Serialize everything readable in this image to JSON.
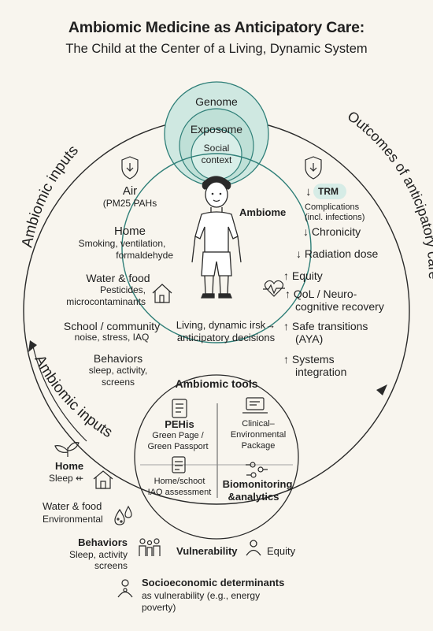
{
  "title": "Ambiomic Medicine as Anticipatory Care:",
  "subtitle": "The Child at the Center of a Living, Dynamic System",
  "circles": {
    "genome": "Genome",
    "exposome": "Exposome",
    "social_1": "Social",
    "social_2": "context",
    "ambiome": "Ambiome"
  },
  "arc_labels": {
    "left_top": "Ambiomic inputs",
    "right_top": "Outcomes of anticipatory care",
    "left_bottom": "Ambiomic inputs"
  },
  "inputs": {
    "air": "Air",
    "air_detail": "(PM25 PAHs",
    "home": "Home",
    "home_detail_1": "Smoking, ventilation,",
    "home_detail_2": "formaldehyde",
    "water": "Water & food",
    "water_detail_1": "Pesticides,",
    "water_detail_2": "microcontaminants",
    "school": "School / community",
    "school_detail": "noise, stress, IAQ",
    "behaviors": "Behaviors",
    "behaviors_detail_1": "sleep, activity,",
    "behaviors_detail_2": "screens"
  },
  "center": {
    "living_1": "Living, dynamic irsk→",
    "living_2": "anticipatory decisions"
  },
  "outcomes": {
    "trm": "TRM",
    "complications_1": "Complications",
    "complications_2": "(incl. infections)",
    "chronicity": "↓ Chronicity",
    "radiation": "↓ Radiation dose",
    "equity": "↑ Equity",
    "qol_1": "↑ QoL / Neuro-",
    "qol_2": "cognitive recovery",
    "safe_1": "↑ Safe transitions",
    "safe_2": "(AYA)",
    "systems_1": "↑ Systems",
    "systems_2": "integration"
  },
  "tools": {
    "title": "Ambiomic tools",
    "pehis": "PEHis",
    "pehis_1": "Green Page /",
    "pehis_2": "Green Passport",
    "clinical_1": "Clinical–",
    "clinical_2": "Environmental",
    "clinical_3": "Package",
    "home_1": "Home/schoot",
    "home_2": "IAQ assessment",
    "bio_1": "Biomonitoring",
    "bio_2": "&analytics"
  },
  "lower": {
    "home": "Home",
    "home_detail": "Sleep ⇷",
    "water": "Water & food",
    "water_detail": "Environmental",
    "behaviors": "Behaviors",
    "behaviors_1": "Sleep, activity",
    "behaviors_2": "screens",
    "vulnerability": "Vulnerability",
    "equity": "Equity",
    "socio_title": "Socioeconomic determinants",
    "socio_1": "as vulnerability (e.g., energy",
    "socio_2": "poverty)"
  },
  "colors": {
    "teal": "#2f7f78",
    "teal_light": "#d6ece6",
    "line": "#2a2a2a"
  }
}
